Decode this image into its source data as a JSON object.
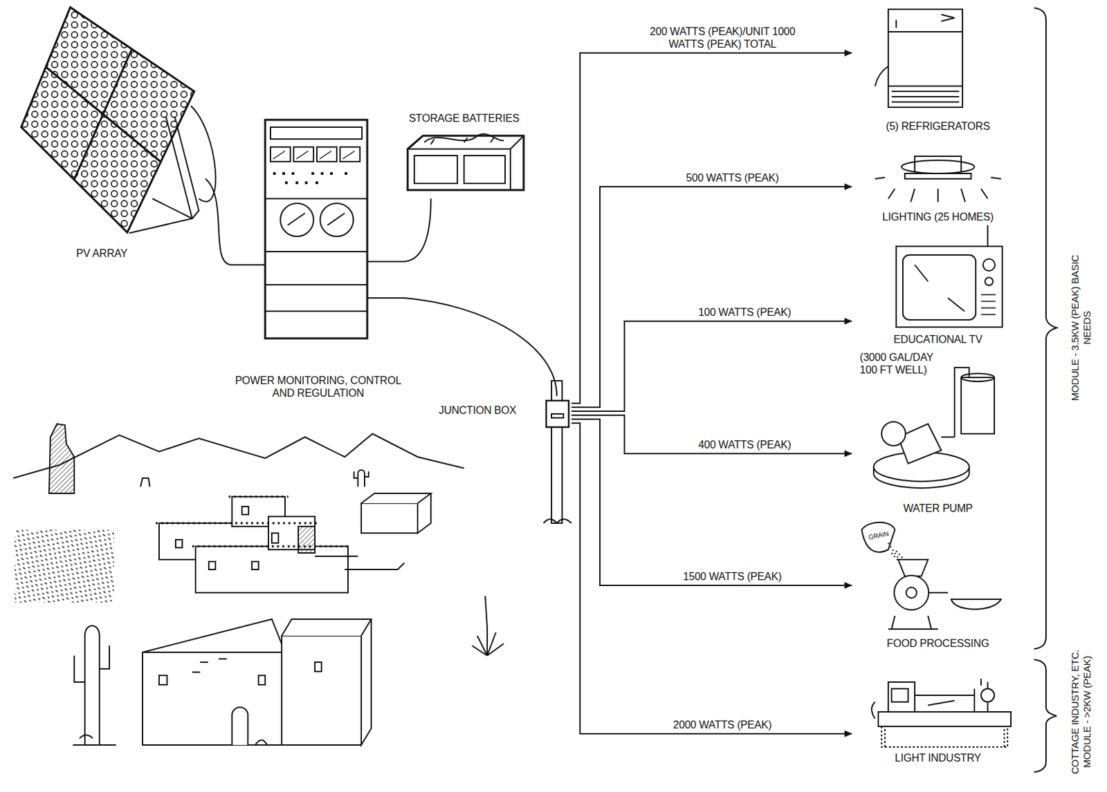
{
  "diagram": {
    "nodes": [
      {
        "text": [
          "PV ARRAY"
        ]
      },
      {
        "text": [
          "POWER MONITORING, CONTROL AND REGULATION"
        ]
      },
      {
        "text": [
          "STORAGE BATTERIES"
        ]
      },
      {
        "text": [
          "JUNCTION BOX"
        ]
      },
      {
        "text": [
          "(5) REFRIGERATORS"
        ]
      },
      {
        "text": [
          "LIGHTING (25 HOMES)"
        ]
      },
      {
        "text": [
          "EDUCATIONAL TV"
        ]
      },
      {
        "text": [
          "(3000 GAL/DAY 100 FT WELL)",
          "WATER PUMP"
        ]
      },
      {
        "text": [
          "FOOD PROCESSING"
        ]
      },
      {
        "text": [
          "LIGHT INDUSTRY"
        ]
      }
    ],
    "edges": [
      {
        "from": 0,
        "to": 1,
        "arrow": "none"
      },
      {
        "from": 1,
        "to": 2,
        "arrow": "none"
      },
      {
        "from": 1,
        "to": 3,
        "arrow": "none"
      },
      {
        "from": 3,
        "to": 4,
        "label": "200 WATTS (PEAK)/UNIT 1000 WATTS (PEAK) TOTAL",
        "arrow": "to"
      },
      {
        "from": 3,
        "to": 5,
        "label": "500 WATTS (PEAK)",
        "arrow": "to"
      },
      {
        "from": 3,
        "to": 6,
        "label": "100 WATTS (PEAK)",
        "arrow": "to"
      },
      {
        "from": 3,
        "to": 7,
        "label": "400 WATTS (PEAK)",
        "arrow": "to"
      },
      {
        "from": 3,
        "to": 8,
        "label": "1500 WATTS (PEAK)",
        "arrow": "to"
      },
      {
        "from": 3,
        "to": 9,
        "label": "2000 WATTS (PEAK)",
        "arrow": "to"
      }
    ],
    "labels": [
      "GRAIN",
      "MODULE - 3.5KW (PEAK) BASIC NEEDS",
      "COTTAGE INDUSTRY, ETC. MODULE - >2KW (PEAK)"
    ]
  }
}
